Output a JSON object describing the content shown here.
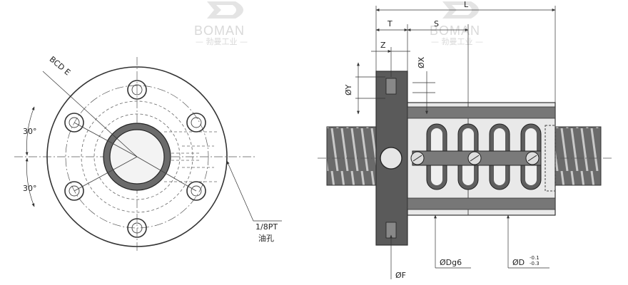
{
  "watermark": {
    "brand": "BOMAN",
    "subtitle": "— 勃曼工业 —"
  },
  "front_view": {
    "bcd_label": "BCD E",
    "angle_top": "30°",
    "angle_bottom": "30°",
    "oil_port_label": "1/8PT",
    "oil_port_sub": "油孔"
  },
  "side_view": {
    "dim_L": "L",
    "dim_T": "T",
    "dim_S": "S",
    "dim_Z": "Z",
    "dim_X": "ØX",
    "dim_Y": "ØY",
    "dim_F": "ØF",
    "dim_Dg6": "ØDg6",
    "dim_D": "ØD",
    "dim_D_upper_tol": "-0.1",
    "dim_D_lower_tol": "-0.3"
  }
}
